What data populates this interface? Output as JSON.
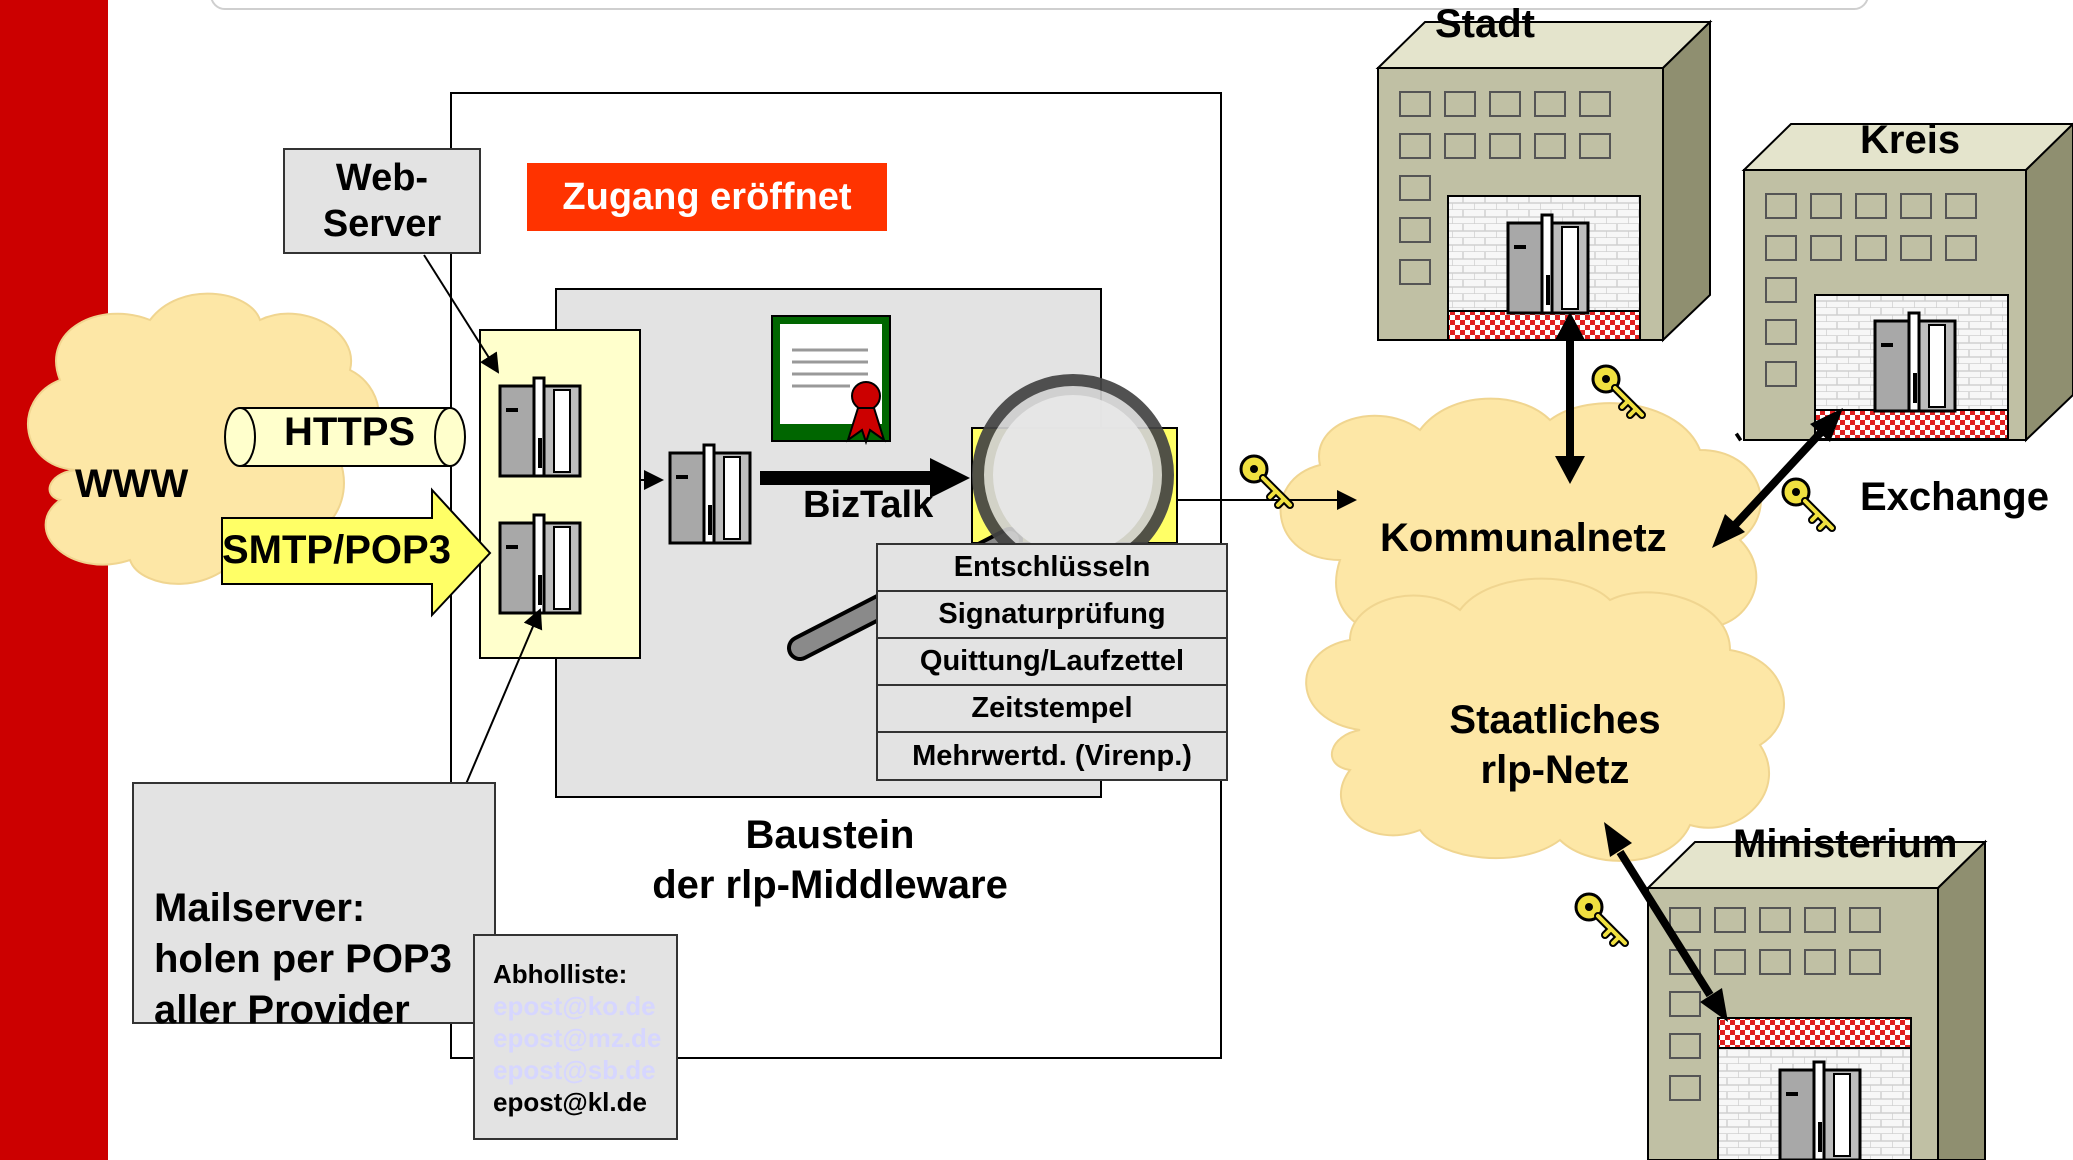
{
  "labels": {
    "www": "WWW",
    "https": "HTTPS",
    "smtp_pop3": "SMTP/POP3",
    "web_server": "Web-\nServer",
    "zugang": "Zugang eröffnet",
    "biztalk": "BizTalk",
    "baustein": "Baustein\nder rlp-Middleware",
    "mailserver": "Mailserver:\nholen per POP3\naller Provider",
    "stadt": "Stadt",
    "kreis": "Kreis",
    "ministerium": "Ministerium",
    "exchange": "Exchange",
    "kommunalnetz": "Kommunalnetz",
    "staatliches": "Staatliches\nrlp-Netz"
  },
  "features": [
    "Entschlüsseln",
    "Signaturprüfung",
    "Quittung/Laufzettel",
    "Zeitstempel",
    "Mehrwertd. (Virenp.)"
  ],
  "abholliste": {
    "title": "Abholliste:",
    "entries": [
      "epost@ko.de",
      "epost@mz.de",
      "epost@sb.de",
      "epost@kl.de"
    ]
  },
  "colors": {
    "red_bar": "#cc0000",
    "zugang_bg": "#ff3300",
    "cloud": "#fde7a6",
    "pale_yellow": "#ffffcc",
    "yellow_arrow": "#ffff66",
    "building": "#c0c0a4",
    "faded_entry": "#d6d6ff"
  }
}
